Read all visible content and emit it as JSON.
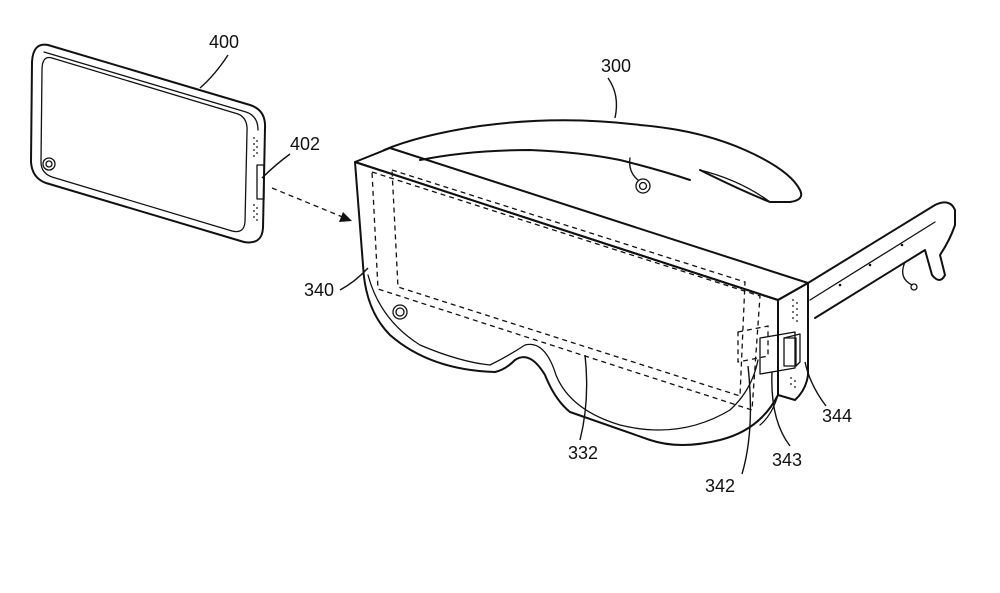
{
  "figure": {
    "labels": {
      "smartphone": "400",
      "connector_port": "402",
      "headset": "300",
      "frame_body": "340",
      "display_area": "332",
      "connector_a": "342",
      "connector_b": "343",
      "connector_c": "344"
    }
  }
}
